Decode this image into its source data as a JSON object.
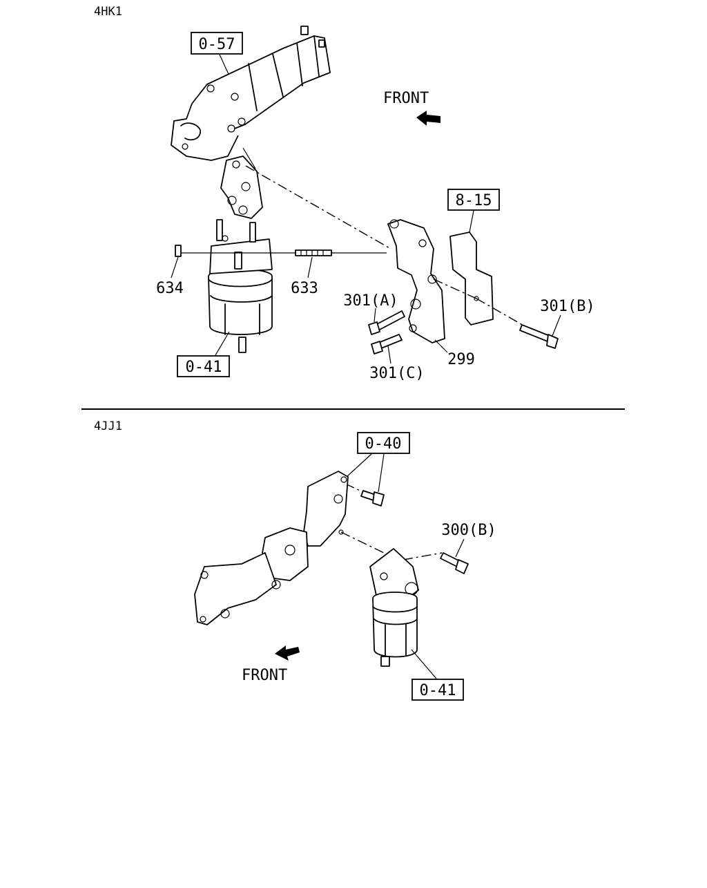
{
  "sections": {
    "top": {
      "engine": "4HK1"
    },
    "bottom": {
      "engine": "4JJ1"
    }
  },
  "labels": {
    "top": {
      "ref_0_57": "0-57",
      "front": "FRONT",
      "ref_8_15": "8-15",
      "part_634": "634",
      "part_633": "633",
      "part_301a": "301(A)",
      "part_301b": "301(B)",
      "part_301c": "301(C)",
      "part_299": "299",
      "ref_0_41": "0-41"
    },
    "bottom": {
      "ref_0_40": "0-40",
      "part_300b": "300(B)",
      "front": "FRONT",
      "ref_0_41": "0-41"
    }
  }
}
